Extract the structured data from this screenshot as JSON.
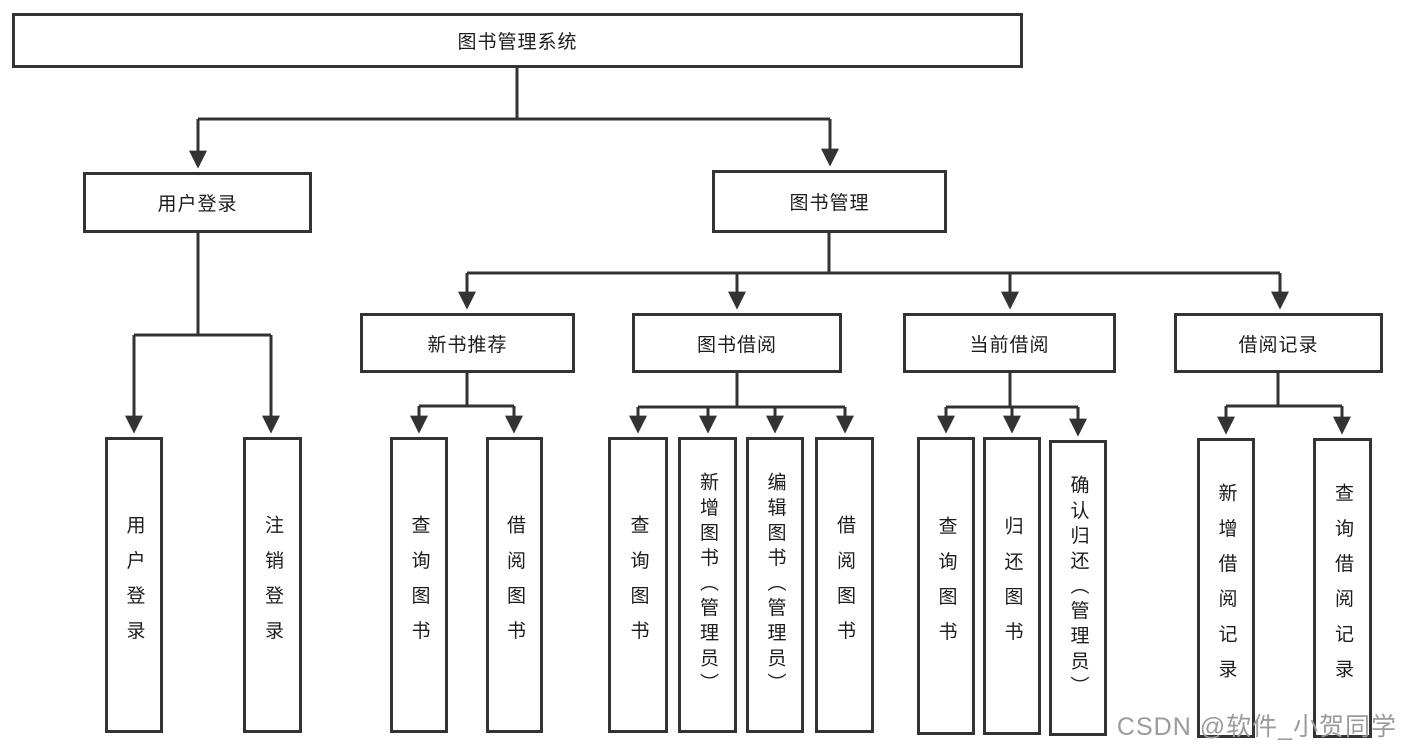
{
  "diagram": {
    "root": {
      "label": "图书管理系统"
    },
    "level2": [
      {
        "label": "用户登录"
      },
      {
        "label": "图书管理"
      }
    ],
    "level3": [
      {
        "label": "新书推荐"
      },
      {
        "label": "图书借阅"
      },
      {
        "label": "当前借阅"
      },
      {
        "label": "借阅记录"
      }
    ],
    "leaves": {
      "user_login": [
        {
          "label": "用户登录"
        },
        {
          "label": "注销登录"
        }
      ],
      "new_book": [
        {
          "label": "查询图书"
        },
        {
          "label": "借阅图书"
        }
      ],
      "book_borrow": [
        {
          "label": "查询图书"
        },
        {
          "label": "新增图书（管理员）"
        },
        {
          "label": "编辑图书（管理员）"
        },
        {
          "label": "借阅图书"
        }
      ],
      "current_borrow": [
        {
          "label": "查询图书"
        },
        {
          "label": "归还图书"
        },
        {
          "label": "确认归还（管理员）"
        }
      ],
      "borrow_record": [
        {
          "label": "新增借阅记录"
        },
        {
          "label": "查询借阅记录"
        }
      ]
    },
    "watermark": "CSDN @软件_小贺同学",
    "colors": {
      "line": "#333333",
      "text": "#1c1c1c",
      "watermark": "#9b9b9b",
      "background": "#ffffff"
    }
  }
}
